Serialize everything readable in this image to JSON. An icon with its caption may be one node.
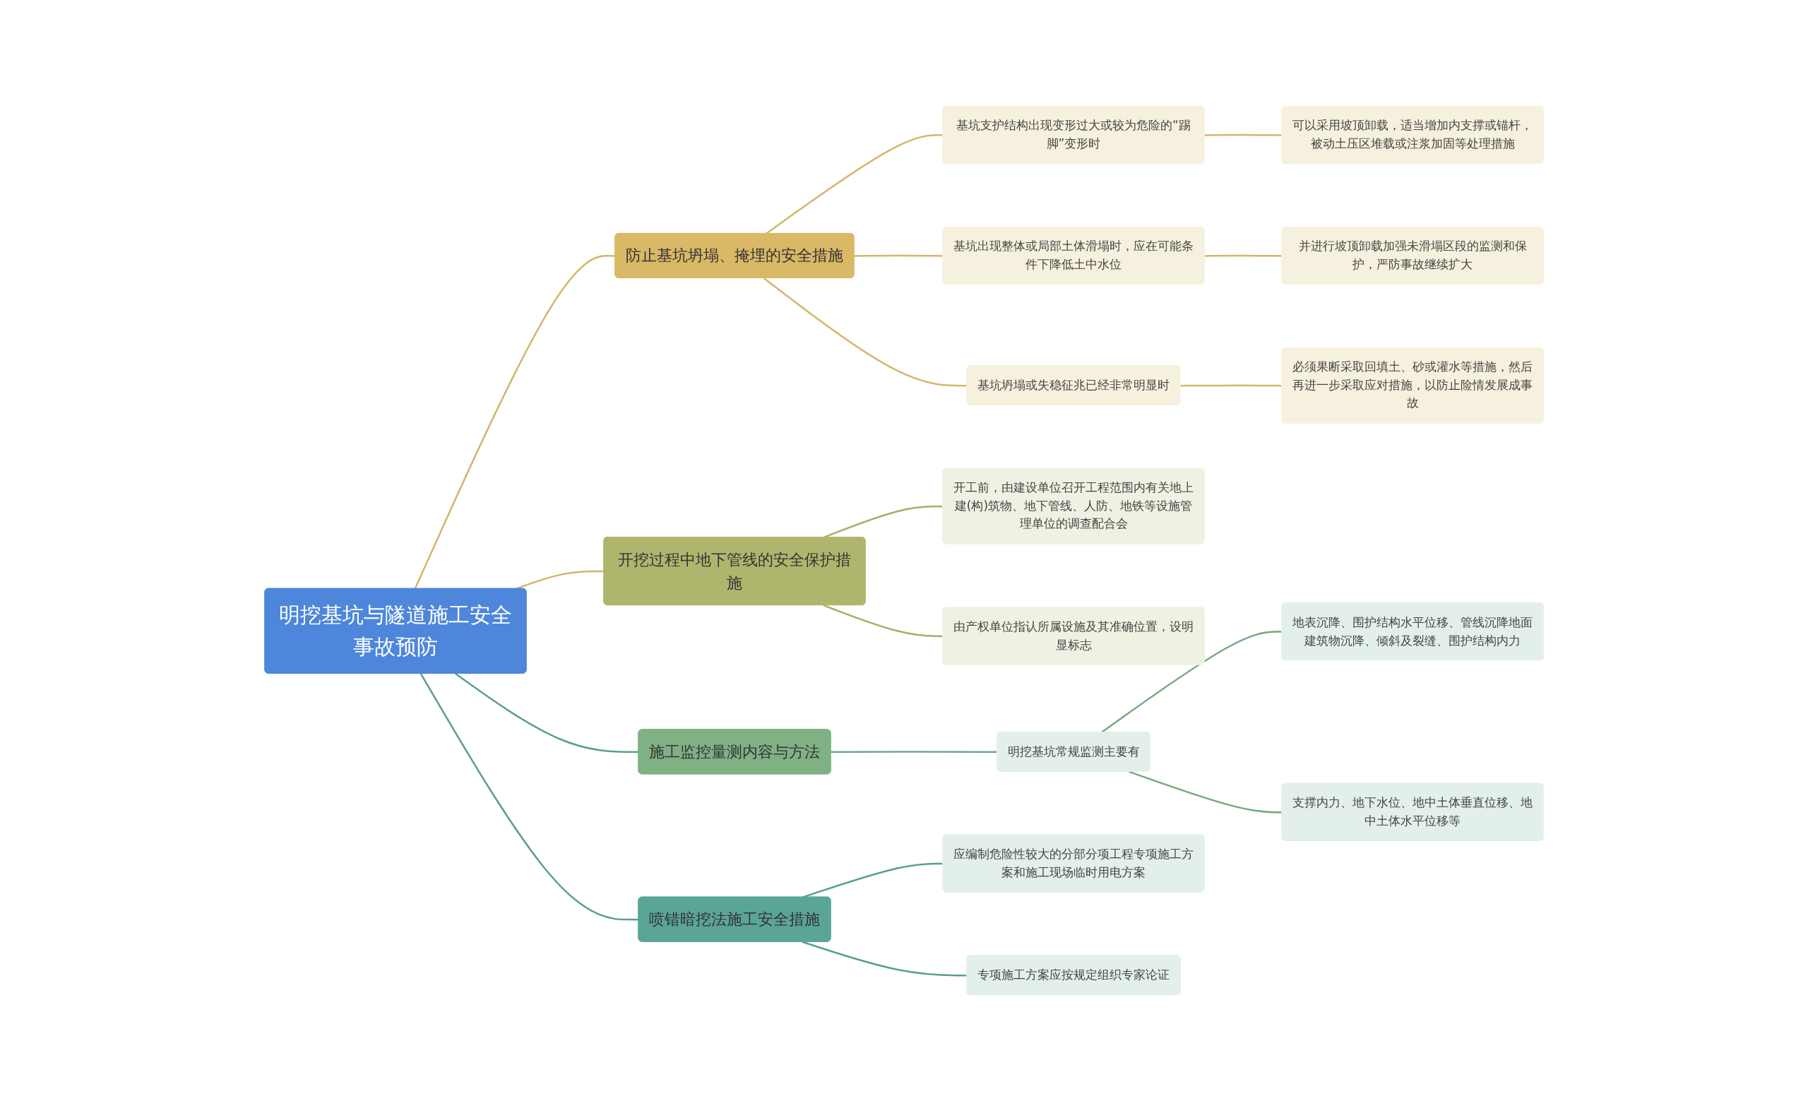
{
  "diagram": {
    "nodes": [
      {
        "text": [
          "明挖基坑与隧道施工安全事故预防"
        ]
      },
      {
        "text": [
          "防止基坑坍塌、掩埋的安全措施"
        ]
      },
      {
        "text": [
          "基坑支护结构出现变形过大或较为危险的“踢脚”变形时"
        ]
      },
      {
        "text": [
          "可以采用坡顶卸载，适当增加内支撑或锚杆，被动土压区堆载或注浆加固等处理措施"
        ]
      },
      {
        "text": [
          "基坑出现整体或局部土体滑塌时，应在可能条件下降低土中水位"
        ]
      },
      {
        "text": [
          "并进行坡顶卸载加强未滑塌区段的监测和保护，严防事故继续扩大"
        ]
      },
      {
        "text": [
          "基坑坍塌或失稳征兆已经非常明显时"
        ]
      },
      {
        "text": [
          "必须果断采取回填土、砂或灌水等措施，然后再进一步采取应对措施，以防止险情发展成事故"
        ]
      },
      {
        "text": [
          "开挖过程中地下管线的安全保护措施"
        ]
      },
      {
        "text": [
          "开工前，由建设单位召开工程范围内有关地上建(构)筑物、地下管线、人防、地铁等设施管理单位的调查配合会"
        ]
      },
      {
        "text": [
          "由产权单位指认所属设施及其准确位置，设明显标志"
        ]
      },
      {
        "text": [
          "施工监控量测内容与方法"
        ]
      },
      {
        "text": [
          "明挖基坑常规监测主要有"
        ]
      },
      {
        "text": [
          "地表沉降、围护结构水平位移、管线沉降地面建筑物沉降、倾斜及裂缝、围护结构内力"
        ]
      },
      {
        "text": [
          "支撑内力、地下水位、地中土体垂直位移、地中土体水平位移等"
        ]
      },
      {
        "text": [
          "喷错暗挖法施工安全措施"
        ]
      },
      {
        "text": [
          "应编制危险性较大的分部分项工程专项施工方案和施工现场临时用电方案"
        ]
      },
      {
        "text": [
          "专项施工方案应按规定组织专家论证"
        ]
      }
    ],
    "edges": [
      {
        "from": 0,
        "to": 1,
        "arrow": "none"
      },
      {
        "from": 1,
        "to": 2,
        "arrow": "none"
      },
      {
        "from": 2,
        "to": 3,
        "arrow": "none"
      },
      {
        "from": 1,
        "to": 4,
        "arrow": "none"
      },
      {
        "from": 4,
        "to": 5,
        "arrow": "none"
      },
      {
        "from": 1,
        "to": 6,
        "arrow": "none"
      },
      {
        "from": 6,
        "to": 7,
        "arrow": "none"
      },
      {
        "from": 0,
        "to": 8,
        "arrow": "none"
      },
      {
        "from": 8,
        "to": 9,
        "arrow": "none",
        "color": "#a9ad68"
      },
      {
        "from": 8,
        "to": 10,
        "arrow": "none",
        "color": "#a9ad68"
      },
      {
        "from": 0,
        "to": 11,
        "arrow": "none",
        "color": "#5a9e92"
      },
      {
        "from": 11,
        "to": 12,
        "arrow": "none",
        "color": "#76a880"
      },
      {
        "from": 12,
        "to": 13,
        "arrow": "none",
        "color": "#76a880"
      },
      {
        "from": 12,
        "to": 14,
        "arrow": "none",
        "color": "#76a880"
      },
      {
        "from": 0,
        "to": 15,
        "arrow": "none",
        "color": "#5a9e92"
      },
      {
        "from": 15,
        "to": 16,
        "arrow": "none",
        "color": "#5a9e92"
      },
      {
        "from": 15,
        "to": 17,
        "arrow": "none",
        "color": "#5a9e92"
      }
    ]
  }
}
